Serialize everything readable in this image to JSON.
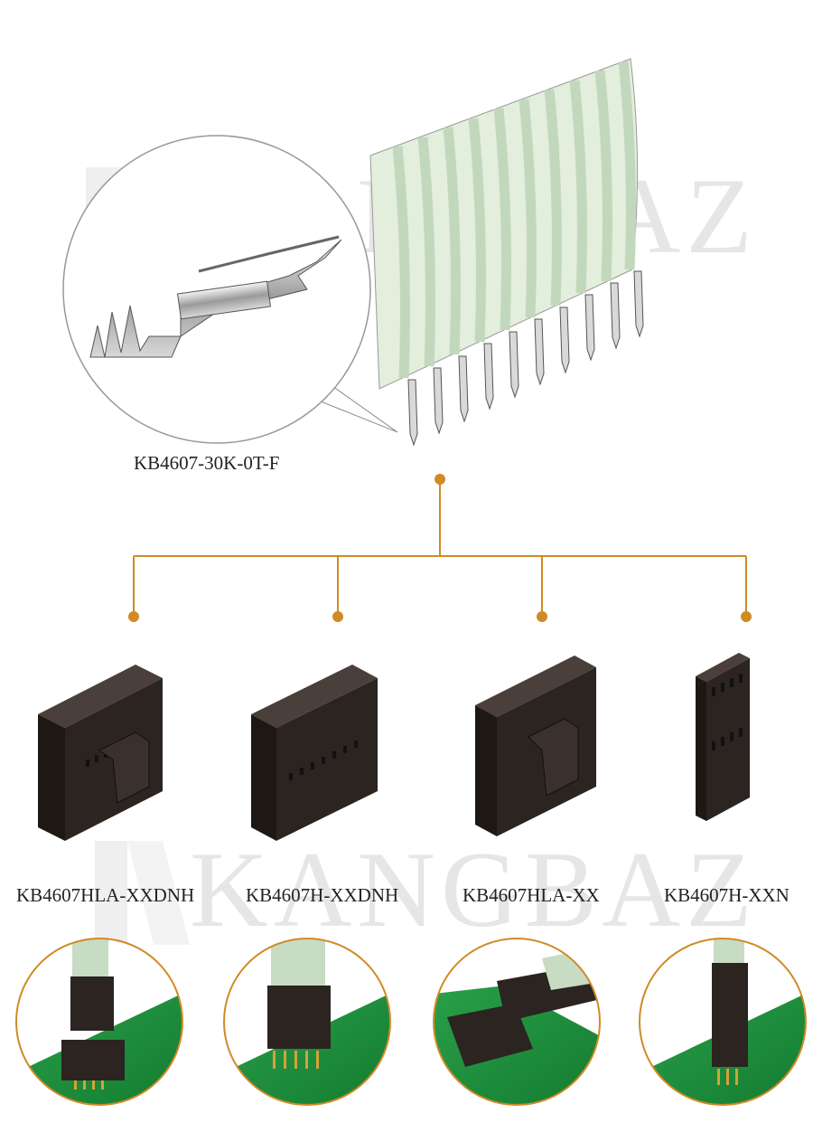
{
  "watermark": "KANGBAZ",
  "terminal": {
    "part_number": "KB4607-30K-0T-F"
  },
  "connectors": [
    {
      "part_number": "KB4607HLA-XXDNH"
    },
    {
      "part_number": "KB4607H-XXDNH"
    },
    {
      "part_number": "KB4607HLA-XX"
    },
    {
      "part_number": "KB4607H-XXN"
    }
  ],
  "colors": {
    "connector_line": "#d08a26",
    "housing": "#2b2420",
    "pcb": "#1f8a3c",
    "cable": "#c7dcc3"
  }
}
